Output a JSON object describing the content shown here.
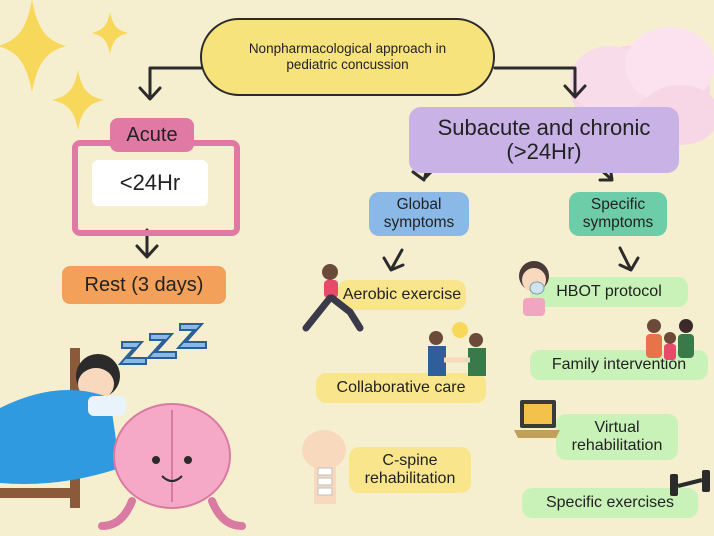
{
  "title": "Nonpharmacological approach in pediatric concussion",
  "acute": {
    "label": "Acute",
    "time": "<24Hr",
    "treatment": "Rest (3 days)"
  },
  "subacute": {
    "label": "Subacute and chronic (>24Hr)",
    "global": {
      "label": "Global symptoms",
      "items": [
        "Aerobic exercise",
        "Collaborative care",
        "C-spine rehabilitation"
      ]
    },
    "specific": {
      "label": "Specific symptoms",
      "items": [
        "HBOT protocol",
        "Family intervention",
        "Virtual rehabilitation",
        "Specific exercises"
      ]
    }
  },
  "icons": [
    "sparkle-star-icon",
    "cloud-icon",
    "sleeping-child-icon",
    "zzz-icon",
    "brain-icon",
    "exercise-icon",
    "handshake-icon",
    "neck-spine-icon",
    "oxygen-mask-icon",
    "family-icon",
    "laptop-icon",
    "dumbbell-icon"
  ],
  "colors": {
    "background": "#f6efcf",
    "title": "#f7e37c",
    "acute": "#e07aa5",
    "rest": "#f3a15a",
    "subacute": "#c9b3e6",
    "global": "#8ab9e8",
    "specific": "#6ecda9",
    "global_items": "#f9e58c",
    "specific_items": "#c9f2b9"
  }
}
